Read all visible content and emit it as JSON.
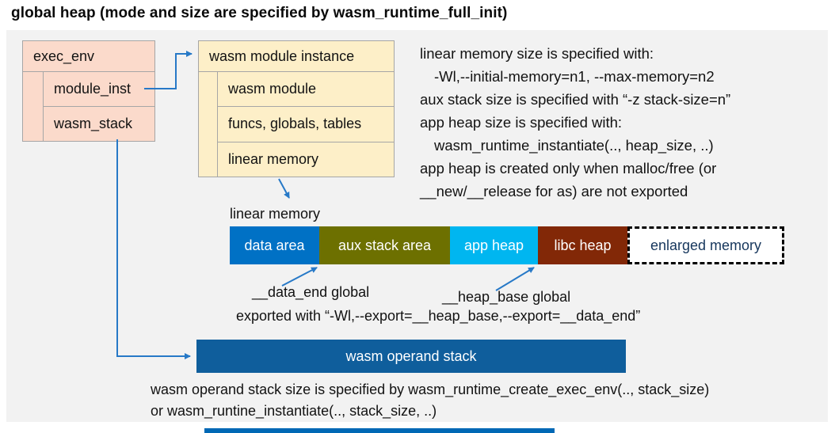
{
  "title": "global heap (mode and size are specified by wasm_runtime_full_init)",
  "exec_env_box": {
    "header": "exec_env",
    "rows": [
      "module_inst",
      "wasm_stack"
    ]
  },
  "module_instance_box": {
    "header": "wasm module instance",
    "rows": [
      "wasm module",
      "funcs, globals, tables",
      "linear memory"
    ]
  },
  "notes_right": {
    "lines": [
      "linear memory size is specified with:",
      "-Wl,--initial-memory=n1, --max-memory=n2",
      "aux stack size is specified with “-z stack-size=n”",
      "app heap size is specified with:",
      "wasm_runtime_instantiate(.., heap_size, ..)",
      "app heap is created only when malloc/free (or",
      "__new/__release for as) are not exported"
    ]
  },
  "linear_memory": {
    "label": "linear memory",
    "segments": [
      {
        "label": "data area",
        "color": "#0071c5"
      },
      {
        "label": "aux stack area",
        "color": "#6d7000"
      },
      {
        "label": "app heap",
        "color": "#00b6f0"
      },
      {
        "label": "libc heap",
        "color": "#822807"
      },
      {
        "label": "enlarged memory",
        "color": "#ffffff"
      }
    ]
  },
  "annotations": {
    "data_end_label": "__data_end global",
    "heap_base_label": "__heap_base global",
    "export_line": "exported with “-Wl,--export=__heap_base,--export=__data_end”"
  },
  "operand_stack": {
    "label": "wasm operand stack",
    "note_line1": "wasm operand stack size is specified by wasm_runtime_create_exec_env(.., stack_size)",
    "note_line2": "or wasm_runtine_instantiate(.., stack_size, ..)"
  },
  "colors": {
    "panel_bg": "#f2f2f2",
    "struct_box_pink": "#fbdacb",
    "struct_box_cream": "#fdefc8",
    "box_border": "#a6a6a6",
    "data_area": "#0071c5",
    "aux_stack_area": "#6d7000",
    "app_heap": "#00b6f0",
    "libc_heap": "#822807",
    "enlarged_memory_text": "#16365c",
    "operand_stack_bar": "#0f5e9c",
    "arrow_blue": "#2779c7",
    "footer_bar": "#0068b5"
  }
}
